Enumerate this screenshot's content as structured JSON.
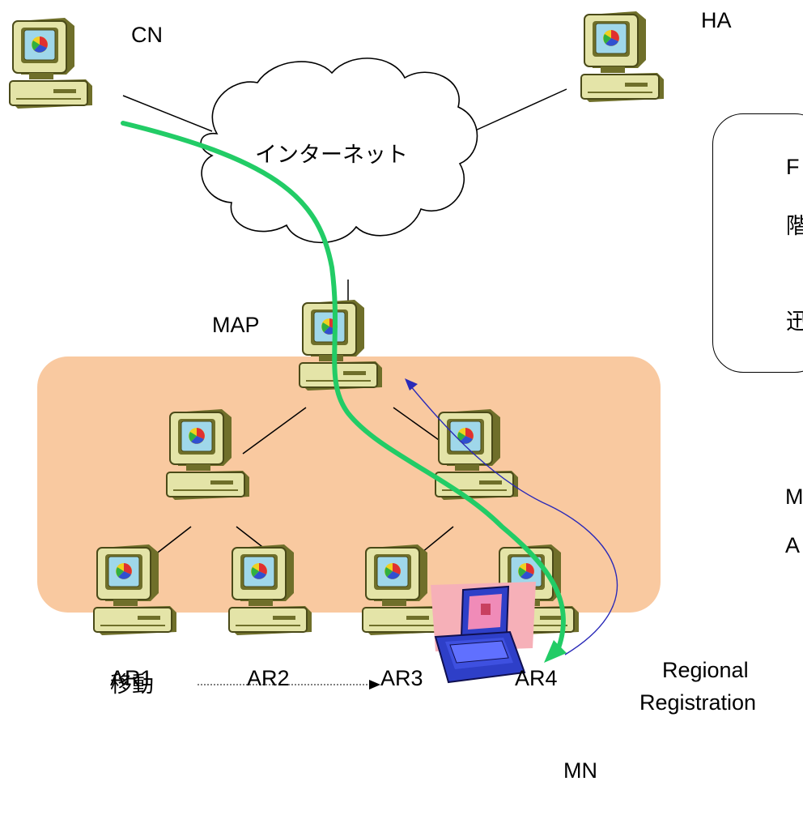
{
  "nodes": {
    "cn": "CN",
    "ha": "HA",
    "map": "MAP",
    "ar1": "AR1",
    "ar2": "AR2",
    "ar3": "AR3",
    "ar4": "AR4",
    "mn": "MN"
  },
  "internet_label": "インターネット",
  "regional_registration": [
    "Regional",
    "Registration"
  ],
  "move_label": "移動",
  "callout_fragments": [
    "F",
    "階",
    "迅"
  ],
  "side_fragments": [
    "M",
    "A"
  ],
  "colors": {
    "region_fill": "#f9c9a0",
    "data_path": "#22cc66",
    "registration_arrow": "#2a2ab8",
    "computer_body": "#e4e4a8",
    "computer_shadow": "#6f6f2a",
    "screen": "#9fd7ea"
  }
}
